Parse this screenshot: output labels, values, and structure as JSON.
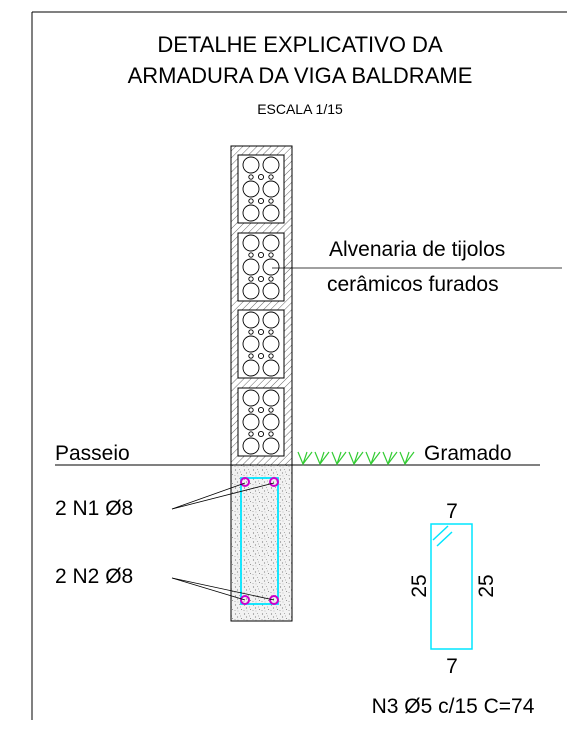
{
  "title": {
    "line1": "DETALHE EXPLICATIVO DA",
    "line2": "ARMADURA DA VIGA BALDRAME",
    "scale": "ESCALA 1/15"
  },
  "labels": {
    "wall_line1": "Alvenaria de tijolos",
    "wall_line2": "cerâmicos furados",
    "sidewalk": "Passeio",
    "lawn": "Gramado",
    "bars_top": "2 N1 Ø8",
    "bars_bottom": "2 N2 Ø8"
  },
  "stirrup": {
    "top": "7",
    "left": "25",
    "right": "25",
    "bottom": "7",
    "spec": "N3 Ø5 c/15 C=74"
  },
  "colors": {
    "line": "#000000",
    "stirrup": "#00e5ff",
    "bar": "#cc00cc",
    "grass": "#33cc33",
    "hatch": "#555555"
  }
}
